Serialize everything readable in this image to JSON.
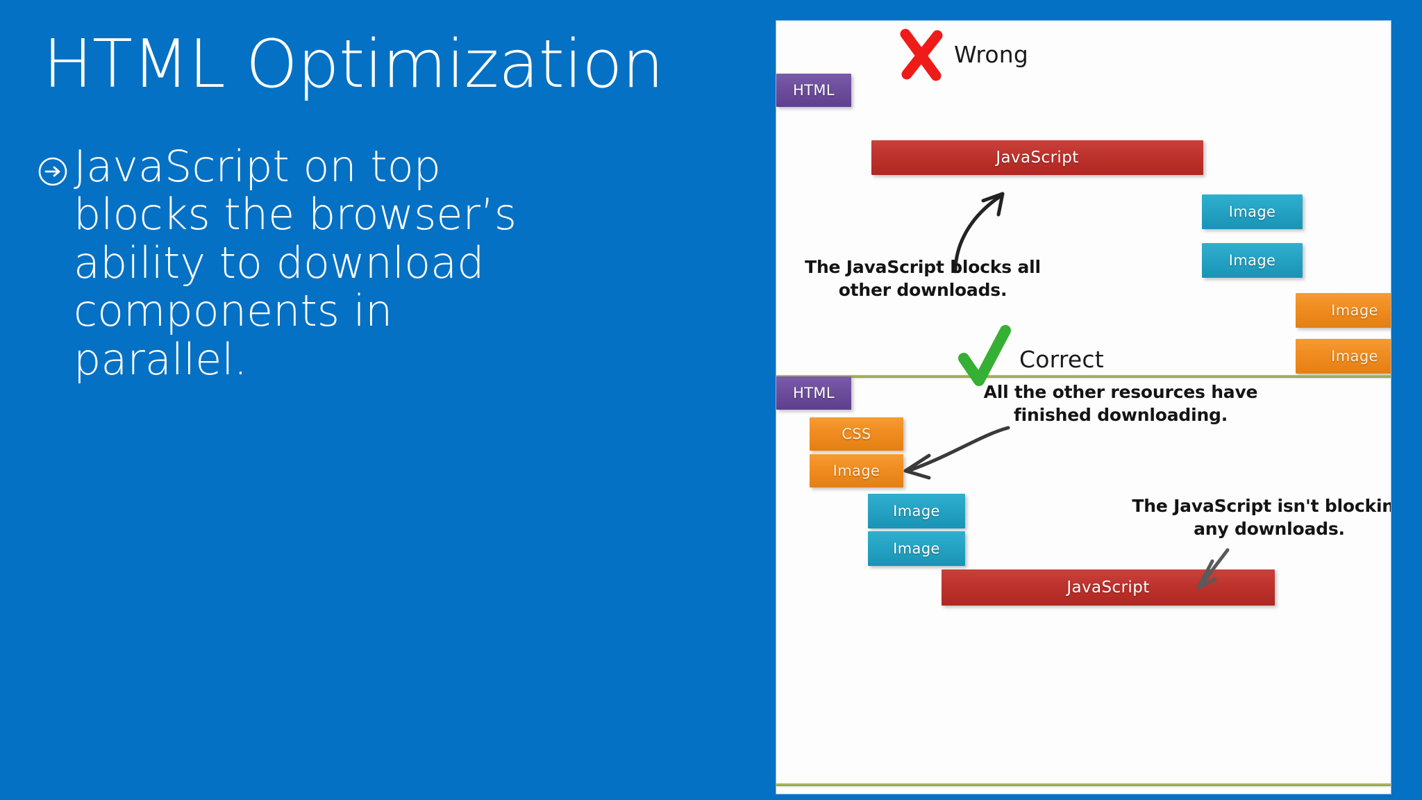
{
  "slide": {
    "title": "HTML Optimization",
    "background_color": "#0571C4",
    "bullets": [
      {
        "marker_icon": "circled-arrow-right-icon",
        "text": "JavaScript on top blocks the browser’s ability to download components in parallel."
      }
    ]
  },
  "diagram": {
    "panel_background": "#fdfdfd",
    "divider_color": "#9BAB56",
    "sections": [
      {
        "id": "wrong",
        "mark_icon": "red-x-icon",
        "mark_color": "#EE1B19",
        "mark_label": "Wrong",
        "annotation": "The JavaScript blocks all other downloads.",
        "arrow_icon": "curved-arrow-up-right-icon",
        "boxes": [
          {
            "label": "HTML",
            "color": "#6D4E9C",
            "kind": "html"
          },
          {
            "label": "JavaScript",
            "color": "#BE322C",
            "kind": "js"
          },
          {
            "label": "Image",
            "color": "#25A3C4",
            "kind": "teal"
          },
          {
            "label": "Image",
            "color": "#25A3C4",
            "kind": "teal"
          },
          {
            "label": "Image",
            "color": "#F08C20",
            "kind": "orange"
          },
          {
            "label": "Image",
            "color": "#F08C20",
            "kind": "orange"
          }
        ]
      },
      {
        "id": "correct",
        "mark_icon": "green-check-icon",
        "mark_color": "#35B034",
        "mark_label": "Correct",
        "annotation_top": "All the other resources have finished downloading.",
        "annotation_bottom": "The JavaScript isn't blocking any downloads.",
        "arrow_top_icon": "curved-arrow-down-left-icon",
        "arrow_bottom_icon": "short-arrow-down-left-icon",
        "boxes": [
          {
            "label": "HTML",
            "color": "#6D4E9C",
            "kind": "html"
          },
          {
            "label": "CSS",
            "color": "#F08C20",
            "kind": "orange"
          },
          {
            "label": "Image",
            "color": "#F08C20",
            "kind": "orange"
          },
          {
            "label": "Image",
            "color": "#25A3C4",
            "kind": "teal"
          },
          {
            "label": "Image",
            "color": "#25A3C4",
            "kind": "teal"
          },
          {
            "label": "JavaScript",
            "color": "#BE322C",
            "kind": "js"
          }
        ]
      }
    ]
  }
}
